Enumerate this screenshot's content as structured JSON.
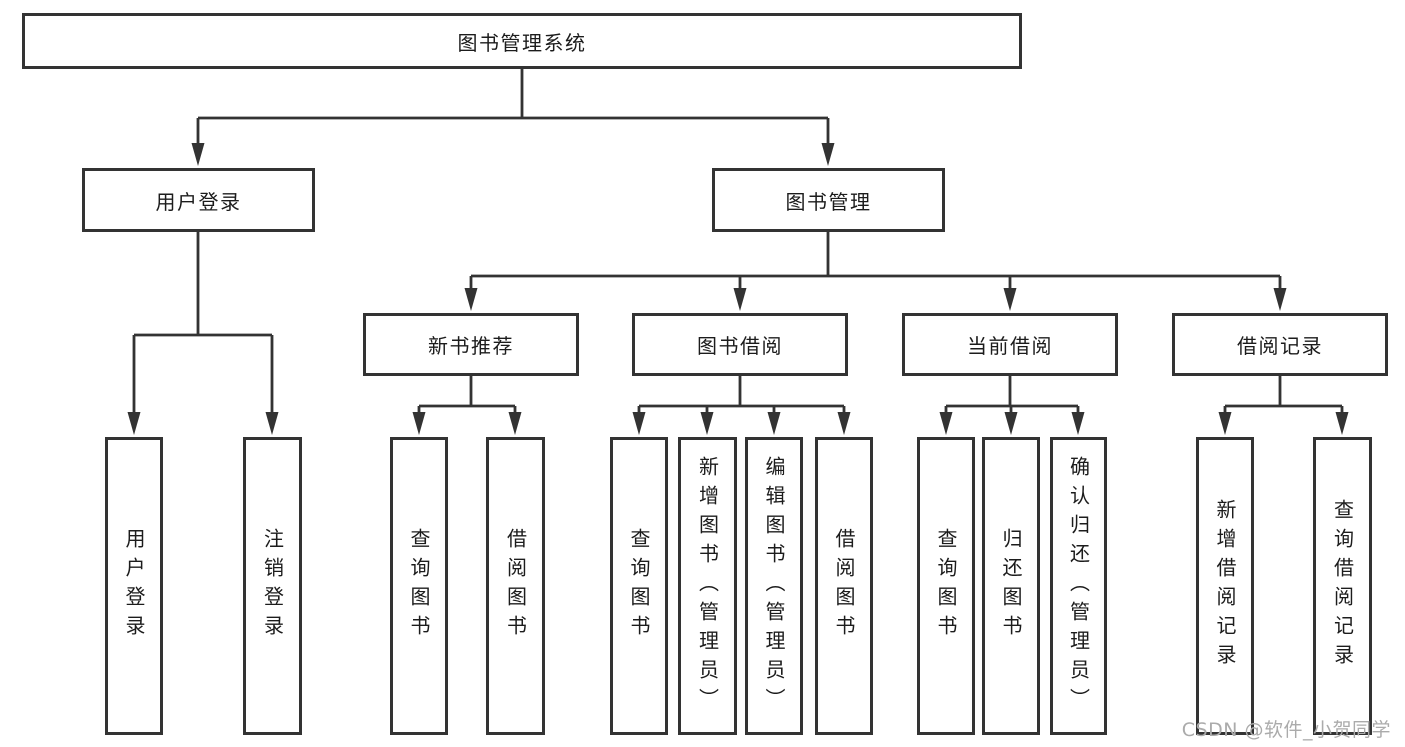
{
  "diagram_type": "hierarchy-tree",
  "colors": {
    "background": "#ffffff",
    "line": "#333333",
    "box_border": "#333333",
    "text": "#1c1c1c",
    "watermark": "#ababab"
  },
  "tree": {
    "label": "图书管理系统",
    "children": [
      {
        "label": "用户登录",
        "children": [
          {
            "label": "用户登录"
          },
          {
            "label": "注销登录"
          }
        ]
      },
      {
        "label": "图书管理",
        "children": [
          {
            "label": "新书推荐",
            "children": [
              {
                "label": "查询图书"
              },
              {
                "label": "借阅图书"
              }
            ]
          },
          {
            "label": "图书借阅",
            "children": [
              {
                "label": "查询图书"
              },
              {
                "label": "新增图书（管理员）"
              },
              {
                "label": "编辑图书（管理员）"
              },
              {
                "label": "借阅图书"
              }
            ]
          },
          {
            "label": "当前借阅",
            "children": [
              {
                "label": "查询图书"
              },
              {
                "label": "归还图书"
              },
              {
                "label": "确认归还（管理员）"
              }
            ]
          },
          {
            "label": "借阅记录",
            "children": [
              {
                "label": "新增借阅记录"
              },
              {
                "label": "查询借阅记录"
              }
            ]
          }
        ]
      }
    ]
  },
  "watermark": "CSDN @软件_小贺同学"
}
